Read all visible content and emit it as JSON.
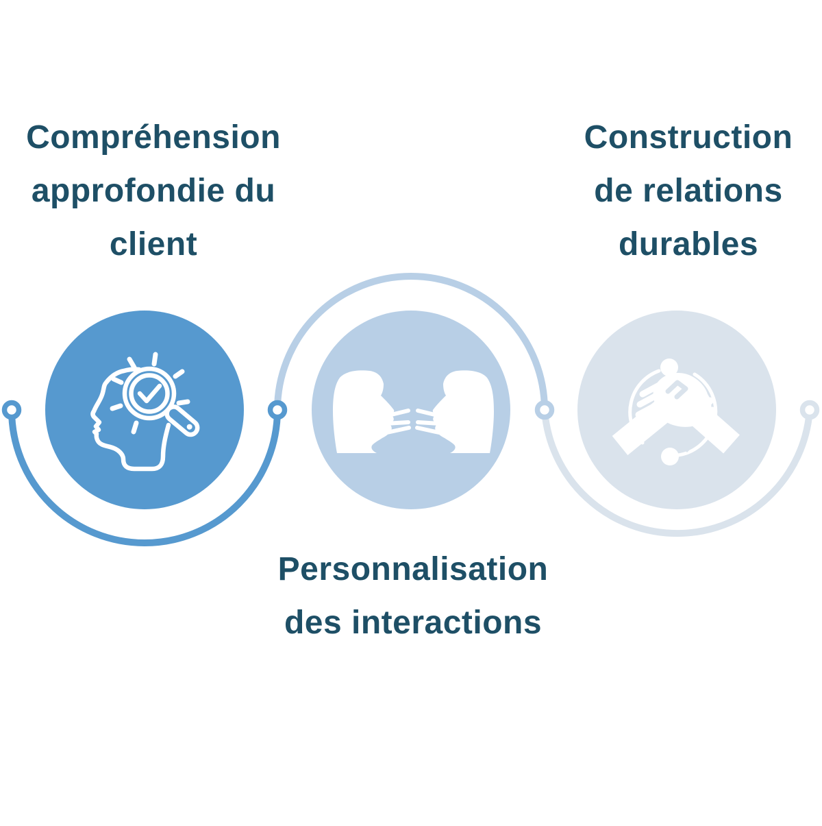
{
  "colors": {
    "background": "#FFFFFF",
    "heading": "#1E4F66",
    "step1": "#5699CF",
    "step2": "#B8CFE6",
    "step3": "#DAE3EC",
    "icon": "#FFFFFF"
  },
  "steps": [
    {
      "id": 1,
      "label": "Compréhension\napprofondie du\nclient",
      "label_position": "above",
      "icon": "head-magnifier-check-icon",
      "color": "#5699CF"
    },
    {
      "id": 2,
      "label": "Personnalisation\ndes interactions",
      "label_position": "below",
      "icon": "two-people-talking-icon",
      "color": "#B8CFE6"
    },
    {
      "id": 3,
      "label": "Construction\nde relations\ndurables",
      "label_position": "above",
      "icon": "handshake-icon",
      "color": "#DAE3EC"
    }
  ]
}
